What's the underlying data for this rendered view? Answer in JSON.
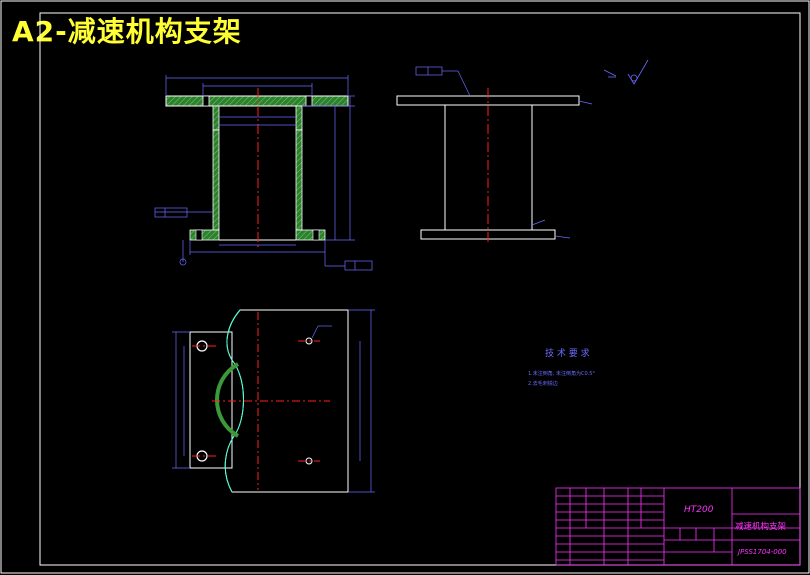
{
  "title": "A2-减速机构支架",
  "tech_req": {
    "heading": "技 术 要 求",
    "line1": "1.未注倒角, 未注倒角为C0.5°",
    "line2": "2.去毛刺锐边"
  },
  "title_block": {
    "material": "HT200",
    "part_name": "减速机构支架",
    "drawing_no": "JPSS1704-000"
  },
  "colors": {
    "frame": "#ffffff",
    "section_fill": "#3a9a3a",
    "centerline": "#ff2020",
    "dimension": "#6b6bff",
    "title_block": "#ff33ff",
    "title": "#ffff33"
  }
}
